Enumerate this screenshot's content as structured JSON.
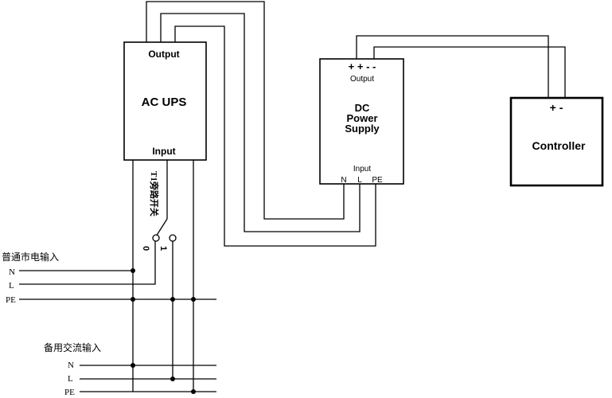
{
  "ups": {
    "output_label": "Output",
    "title": "AC UPS",
    "input_label": "Input"
  },
  "dc_supply": {
    "terminals": "+ + - -",
    "output_label": "Output",
    "title_line1": "DC",
    "title_line2": "Power",
    "title_line3": "Supply",
    "input_label": "Input",
    "pin_n": "N",
    "pin_l": "L",
    "pin_pe": "PE"
  },
  "controller": {
    "terminals": "+ -",
    "title": "Controller"
  },
  "bypass_switch": {
    "label": "T1旁路开关",
    "pos0": "0",
    "pos1": "1"
  },
  "mains_input": {
    "title": "普通市电输入",
    "n": "N",
    "l": "L",
    "pe": "PE"
  },
  "backup_input": {
    "title": "备用交流输入",
    "n": "N",
    "l": "L",
    "pe": "PE"
  }
}
